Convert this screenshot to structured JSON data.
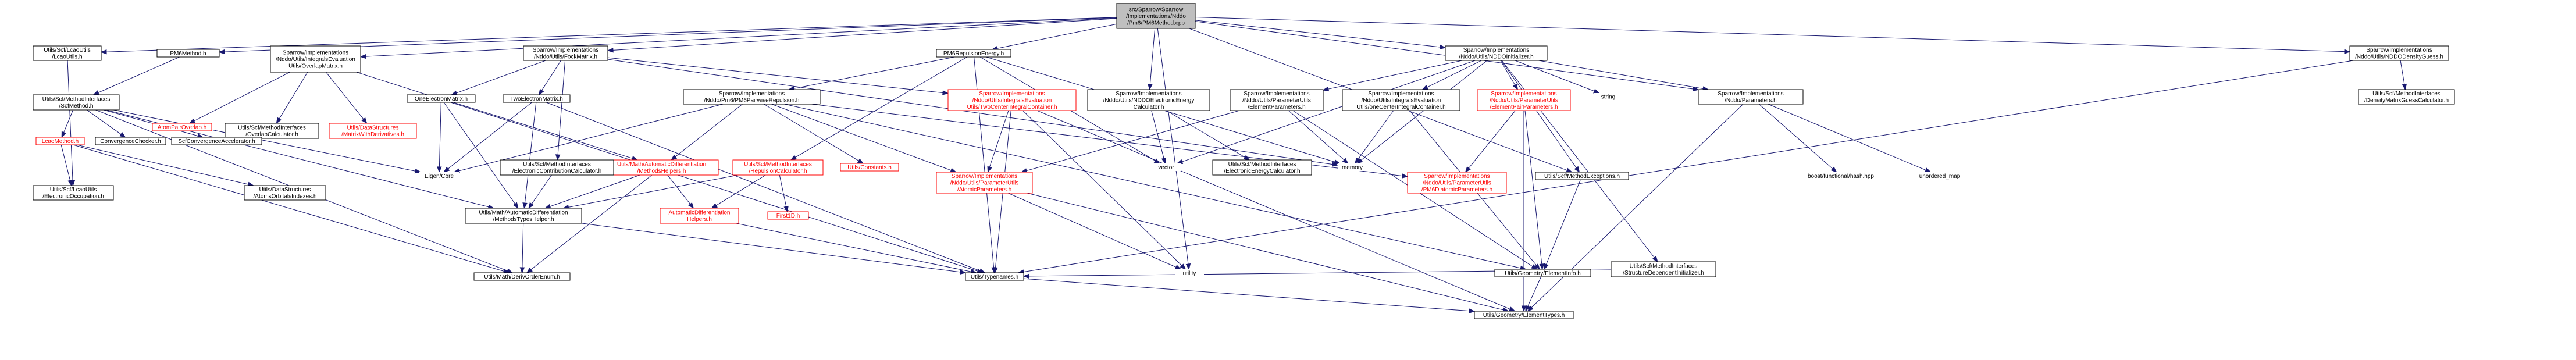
{
  "graph": {
    "root": "root",
    "nodes": [
      {
        "id": "root",
        "lines": [
          "src/Sparrow/Sparrow",
          "/Implementations/Nddo",
          "/Pm6/PM6Method.cpp"
        ],
        "style": "root"
      },
      {
        "id": "lcaoutils",
        "lines": [
          "Utils/Scf/LcaoUtils",
          "/LcaoUtils.h"
        ]
      },
      {
        "id": "pm6method",
        "lines": [
          "PM6Method.h"
        ]
      },
      {
        "id": "overlapmatrix",
        "lines": [
          "Sparrow/Implementations",
          "/Nddo/Utils/IntegralsEvaluation",
          "Utils/OverlapMatrix.h"
        ]
      },
      {
        "id": "fockmatrix",
        "lines": [
          "Sparrow/Implementations",
          "/Nddo/Utils/FockMatrix.h"
        ]
      },
      {
        "id": "pm6repulsion",
        "lines": [
          "PM6RepulsionEnergy.h"
        ]
      },
      {
        "id": "initializer",
        "lines": [
          "Sparrow/Implementations",
          "/Nddo/Utils/NDDOInitializer.h"
        ]
      },
      {
        "id": "densityguess",
        "lines": [
          "Sparrow/Implementations",
          "/Nddo/Utils/NDDODensityGuess.h"
        ]
      },
      {
        "id": "scfmethod",
        "lines": [
          "Utils/Scf/MethodInterfaces",
          "/ScfMethod.h"
        ]
      },
      {
        "id": "atompairoverlap",
        "lines": [
          "AtomPairOverlap.h"
        ],
        "style": "missing"
      },
      {
        "id": "overlapcalc",
        "lines": [
          "Utils/Scf/MethodInterfaces",
          "/OverlapCalculator.h"
        ]
      },
      {
        "id": "matrixderiv",
        "lines": [
          "Utils/DataStructures",
          "/MatrixWithDerivatives.h"
        ],
        "style": "missing"
      },
      {
        "id": "oneelectron",
        "lines": [
          "OneElectronMatrix.h"
        ]
      },
      {
        "id": "twoelectron",
        "lines": [
          "TwoElectronMatrix.h"
        ]
      },
      {
        "id": "pairwiserep",
        "lines": [
          "Sparrow/Implementations",
          "/Nddo/Pm6/PM6PairwiseRepulsion.h"
        ]
      },
      {
        "id": "twocenter",
        "lines": [
          "Sparrow/Implementations",
          "/Nddo/Utils/IntegralsEvaluation",
          "Utils/TwoCenterIntegralContainer.h"
        ],
        "style": "missing"
      },
      {
        "id": "electronicenergy",
        "lines": [
          "Sparrow/Implementations",
          "/Nddo/Utils/NDDOElectronicEnergy",
          "Calculator.h"
        ]
      },
      {
        "id": "elemparams",
        "lines": [
          "Sparrow/Implementations",
          "/Nddo/Utils/ParameterUtils",
          "/ElementParameters.h"
        ]
      },
      {
        "id": "onecenter",
        "lines": [
          "Sparrow/Implementations",
          "/Nddo/Utils/IntegralsEvaluation",
          "Utils/oneCenterIntegralContainer.h"
        ]
      },
      {
        "id": "elempairparams",
        "lines": [
          "Sparrow/Implementations",
          "/Nddo/Utils/ParameterUtils",
          "/ElementPairParameters.h"
        ],
        "style": "missing"
      },
      {
        "id": "string",
        "lines": [
          "string"
        ],
        "style": "plain"
      },
      {
        "id": "structinit",
        "lines": [
          "Utils/Scf/MethodInterfaces",
          "/StructureDependentInitializer.h"
        ]
      },
      {
        "id": "nddoparams",
        "lines": [
          "Sparrow/Implementations",
          "/Nddo/Parameters.h"
        ]
      },
      {
        "id": "densityguesscalc",
        "lines": [
          "Utils/Scf/MethodInterfaces",
          "/DensityMatrixGuessCalculator.h"
        ]
      },
      {
        "id": "lcaomethod",
        "lines": [
          "LcaoMethod.h"
        ],
        "style": "missing"
      },
      {
        "id": "convchecker",
        "lines": [
          "ConvergenceChecker.h"
        ]
      },
      {
        "id": "convaccel",
        "lines": [
          "ScfConvergenceAccelerator.h"
        ]
      },
      {
        "id": "eigencore",
        "lines": [
          "Eigen/Core"
        ],
        "style": "plain"
      },
      {
        "id": "autodiffhelpers",
        "lines": [
          "Utils/Math/AutomaticDifferentiation",
          "/MethodsHelpers.h"
        ],
        "style": "missing"
      },
      {
        "id": "contribcalc",
        "lines": [
          "Utils/Scf/MethodInterfaces",
          "/ElectronicContributionCalculator.h"
        ]
      },
      {
        "id": "repcalc",
        "lines": [
          "Utils/Scf/MethodInterfaces",
          "/RepulsionCalculator.h"
        ],
        "style": "missing"
      },
      {
        "id": "utilsconstants",
        "lines": [
          "Utils/Constants.h"
        ],
        "style": "missing"
      },
      {
        "id": "atomicparams",
        "lines": [
          "Sparrow/Implementations",
          "/Nddo/Utils/ParameterUtils",
          "/AtomicParameters.h"
        ],
        "style": "missing"
      },
      {
        "id": "vector",
        "lines": [
          "vector"
        ],
        "style": "plain"
      },
      {
        "id": "energycalc",
        "lines": [
          "Utils/Scf/MethodInterfaces",
          "/ElectronicEnergyCalculator.h"
        ]
      },
      {
        "id": "memory",
        "lines": [
          "memory"
        ],
        "style": "plain"
      },
      {
        "id": "diatomicparams",
        "lines": [
          "Sparrow/Implementations",
          "/Nddo/Utils/ParameterUtils",
          "/PM6DiatomicParameters.h"
        ],
        "style": "missing"
      },
      {
        "id": "scfexceptions",
        "lines": [
          "Utils/Scf/MethodExceptions.h"
        ]
      },
      {
        "id": "hashhpp",
        "lines": [
          "boost/functional/hash.hpp"
        ],
        "style": "plain"
      },
      {
        "id": "unorderedmap",
        "lines": [
          "unordered_map"
        ],
        "style": "plain"
      },
      {
        "id": "eleconocc",
        "lines": [
          "Utils/Scf/LcaoUtils",
          "/ElectronicOccupation.h"
        ]
      },
      {
        "id": "atomsorbital",
        "lines": [
          "Utils/DataStructures",
          "/AtomsOrbitalsIndexes.h"
        ]
      },
      {
        "id": "typeshelper",
        "lines": [
          "Utils/Math/AutomaticDifferentiation",
          "/MethodsTypesHelper.h"
        ]
      },
      {
        "id": "autodiffhelp2",
        "lines": [
          "AutomaticDifferentiation",
          "Helpers.h"
        ],
        "style": "missing"
      },
      {
        "id": "first1d",
        "lines": [
          "First1D.h"
        ],
        "style": "missing"
      },
      {
        "id": "utility",
        "lines": [
          "utility"
        ],
        "style": "plain"
      },
      {
        "id": "elementinfo",
        "lines": [
          "Utils/Geometry/ElementInfo.h"
        ]
      },
      {
        "id": "derivorder",
        "lines": [
          "Utils/Math/DerivOrderEnum.h"
        ]
      },
      {
        "id": "typenames",
        "lines": [
          "Utils/Typenames.h"
        ]
      },
      {
        "id": "elementtypes",
        "lines": [
          "Utils/Geometry/ElementTypes.h"
        ]
      }
    ],
    "colors": {
      "edge": "#191970",
      "missing": "#ff0000",
      "root_fill": "#bfbfbf"
    }
  }
}
